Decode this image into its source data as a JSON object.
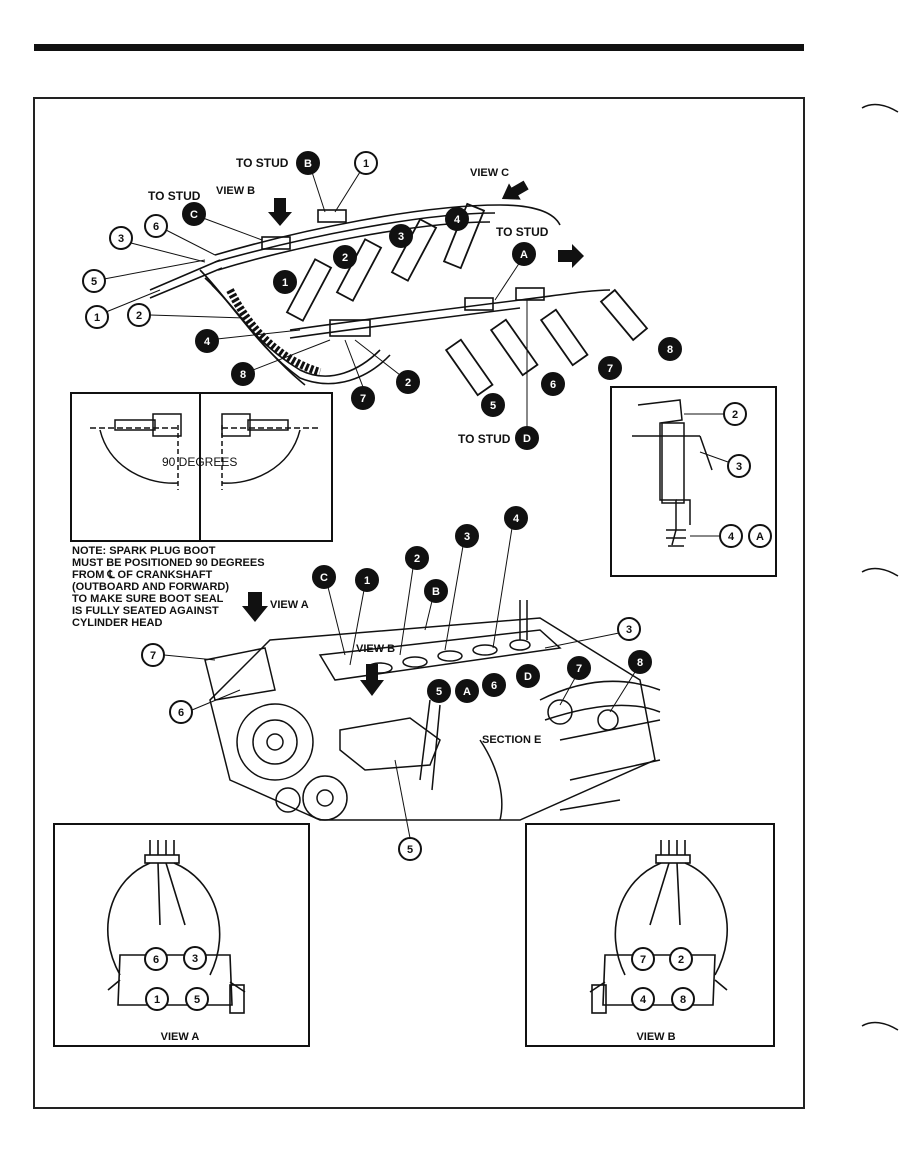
{
  "labels": {
    "to_stud": "TO STUD",
    "to_stud_d": "TO STUD",
    "view_b": "VIEW B",
    "view_c": "VIEW C",
    "view_a": "VIEW A",
    "view_b_mid": "VIEW B",
    "section_e": "SECTION E",
    "degrees": "90 DEGREES",
    "view_a_caption": "VIEW A",
    "view_b_caption": "VIEW B"
  },
  "note": {
    "line1": "NOTE: SPARK PLUG BOOT",
    "line2": "MUST BE POSITIONED 90 DEGREES",
    "line3": "FROM ℄ OF CRANKSHAFT",
    "line4": "(OUTBOARD AND FORWARD)",
    "line5": "TO MAKE SURE BOOT SEAL",
    "line6": "IS FULLY SEATED AGAINST",
    "line7": "CYLINDER HEAD"
  },
  "callouts": {
    "one": "1",
    "two": "2",
    "three": "3",
    "four": "4",
    "five": "5",
    "six": "6",
    "seven": "7",
    "eight": "8",
    "A": "A",
    "B": "B",
    "C": "C",
    "D": "D"
  },
  "coil_view_a": [
    "6",
    "3",
    "1",
    "5"
  ],
  "coil_view_b": [
    "7",
    "2",
    "4",
    "8"
  ]
}
